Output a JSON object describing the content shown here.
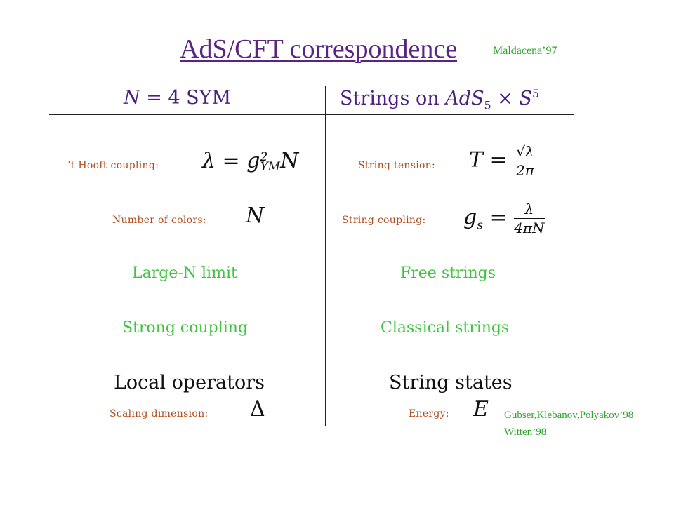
{
  "title": "AdS/CFT  correspondence",
  "ref_top": "Maldacena’97",
  "header": {
    "left_cal": "N",
    "left_rest": " = 4 SYM",
    "right_pre": "Strings on ",
    "right_ads": "AdS",
    "right_ads_sub": "5",
    "right_times": " × ",
    "right_s": "S",
    "right_s_sup": "5"
  },
  "rows": {
    "hooft_label": "’t Hooft coupling:",
    "hooft_eq": "λ = g",
    "hooft_sup": "2",
    "hooft_sub": "YM",
    "hooft_n": "N",
    "tension_label": "String tension:",
    "tension_eq": "T =",
    "tension_num": "√λ",
    "tension_den": "2π",
    "colors_label": "Number of colors:",
    "colors_eq": "N",
    "coupling_label": "String coupling:",
    "coupling_eq": "g",
    "coupling_sub": "s",
    "coupling_eq2": " =",
    "coupling_num": "λ",
    "coupling_den": "4πN",
    "large_n": "Large-N limit",
    "free_strings": "Free strings",
    "strong": "Strong coupling",
    "classical": "Classical strings",
    "local_ops": "Local operators",
    "string_states": "String states",
    "scaling_label": "Scaling dimension:",
    "scaling_eq": "Δ",
    "energy_label": "Energy:",
    "energy_eq": "E"
  },
  "refs_bottom": [
    "Gubser,Klebanov,Polyakov’98",
    "Witten’98"
  ]
}
